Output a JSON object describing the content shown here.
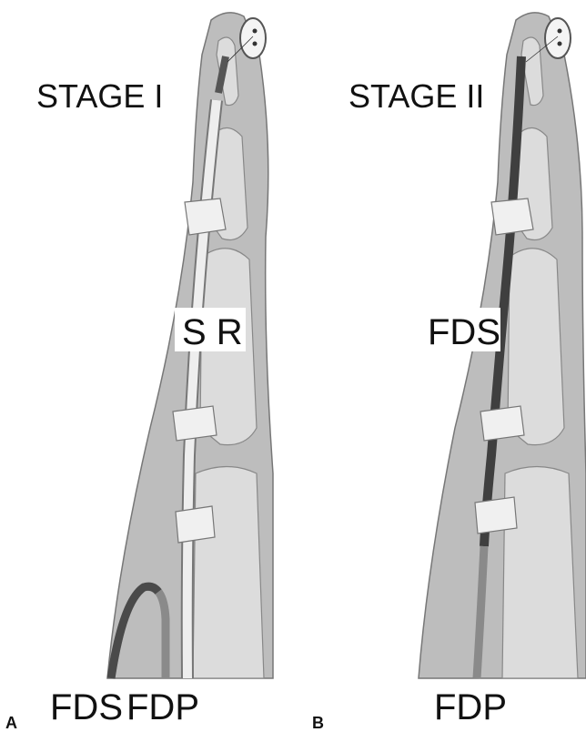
{
  "panels": [
    {
      "letter": "A",
      "stage": "STAGE I",
      "mid_label": "S R",
      "bottom_labels": [
        "FDS",
        "FDP"
      ]
    },
    {
      "letter": "B",
      "stage": "STAGE II",
      "mid_label": "FDS",
      "bottom_labels": [
        "FDP"
      ]
    }
  ],
  "colors": {
    "skin": "#bdbdbd",
    "bone": "#dcdcdc",
    "pulley": "#f0f0f0",
    "tendon_dark": "#4a4a4a",
    "tendon_gray": "#8a8a8a",
    "implant": "#e9e9e9"
  }
}
